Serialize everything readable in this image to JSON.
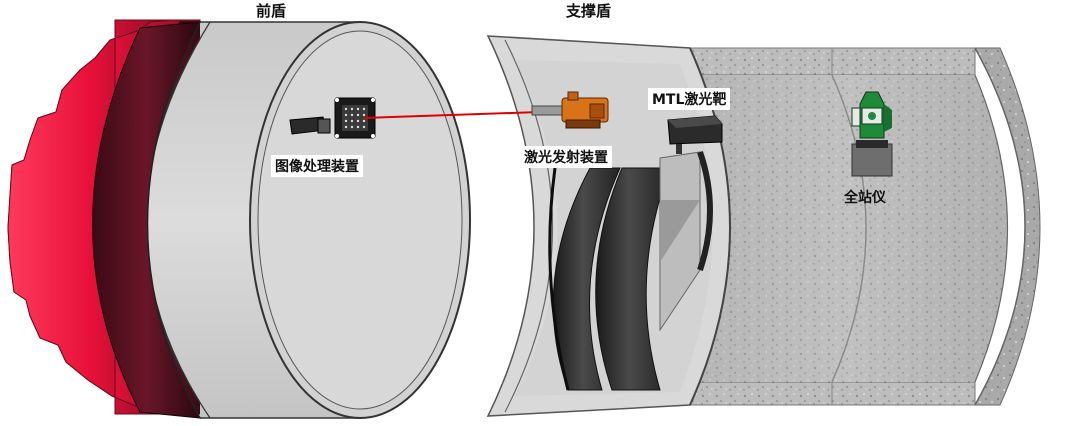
{
  "labels": {
    "front_shield": "前盾",
    "support_shield": "支撑盾",
    "image_processing_device": "图像处理装置",
    "laser_emitter": "激光发射装置",
    "mtl_laser_target": "MTL激光靶",
    "total_station": "全站仪"
  },
  "colors": {
    "cutter_red": "#e8103a",
    "cutter_dark": "#5a0c1c",
    "shell_gray": "#d6d6d6",
    "laser_beam": "#e00000",
    "station_green": "#1f8a3a",
    "emitter_orange": "#d8731a",
    "concrete": "#bdbdbd"
  }
}
